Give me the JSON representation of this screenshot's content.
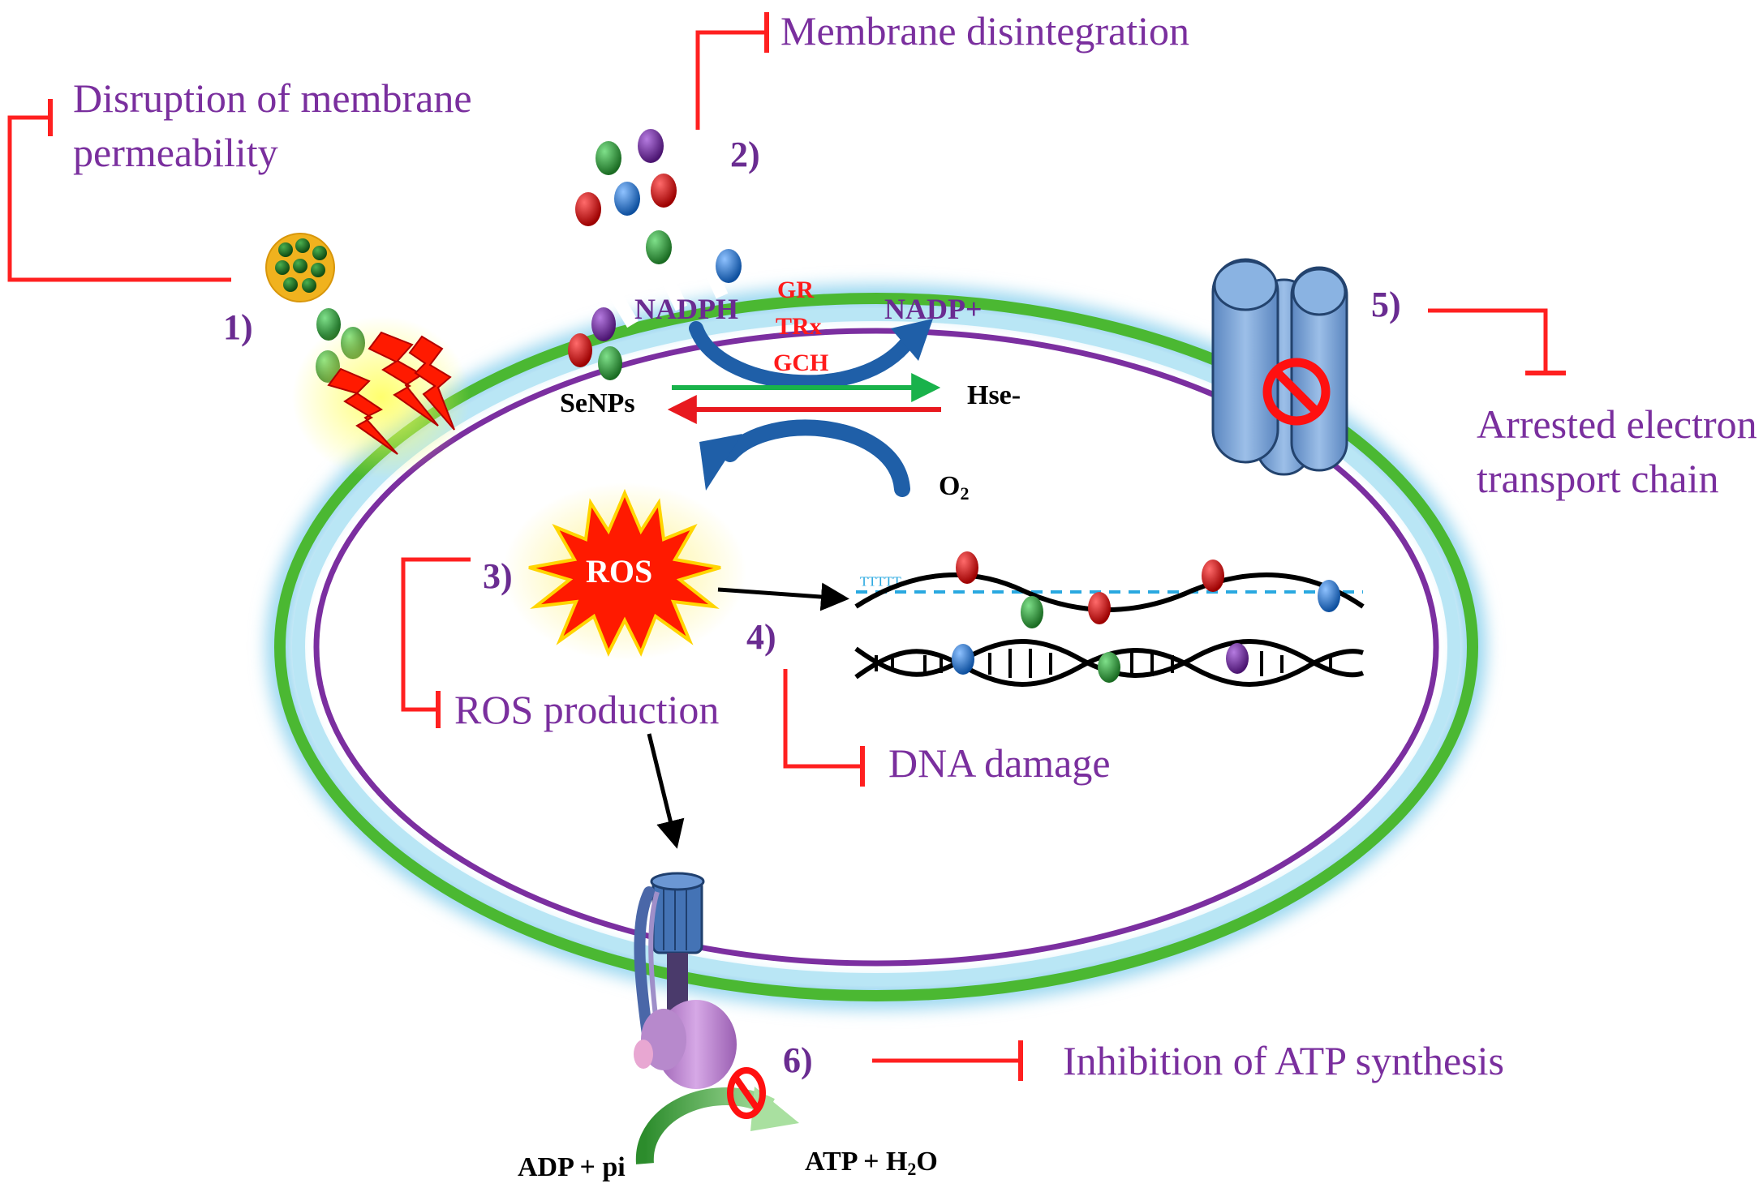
{
  "mechanisms": {
    "m1": {
      "number": "1)",
      "label_line1": "Disruption of membrane",
      "label_line2": "permeability"
    },
    "m2": {
      "number": "2)",
      "label": "Membrane disintegration"
    },
    "m3": {
      "number": "3)",
      "label": "ROS production"
    },
    "m4": {
      "number": "4)",
      "label": "DNA damage"
    },
    "m5": {
      "number": "5)",
      "label_line1": "Arrested electron",
      "label_line2": "transport chain"
    },
    "m6": {
      "number": "6)",
      "label": "Inhibition of ATP synthesis"
    }
  },
  "reaction": {
    "nadph": "NADPH",
    "nadp_plus": "NADP+",
    "enzymes": [
      "GR",
      "TRx",
      "GCH"
    ],
    "senps": "SeNPs",
    "hse": "Hse-",
    "o2": "O",
    "o2_sub": "2",
    "ros": "ROS"
  },
  "atp": {
    "reactant": "ADP + pi",
    "product": "ATP + H",
    "product_sub": "2",
    "product_end": "O"
  },
  "colors": {
    "inhibit": "#ff2020",
    "label": "#7a2f9e",
    "number": "#6a2c91",
    "outer_membrane": "#4bb832",
    "inner_membrane": "#7b2fa0",
    "membrane_glow": "#9ad7f0",
    "blue_arrow": "#1f5fa8",
    "green_arrow": "#19b24b",
    "red_arrow": "#e8191f",
    "protein": "#7fa8d8"
  },
  "icons": [
    "no-sign-icon",
    "lightning-icon",
    "nanoparticle-icon",
    "dna-icon",
    "atp-synthase-icon",
    "transport-protein-icon"
  ]
}
